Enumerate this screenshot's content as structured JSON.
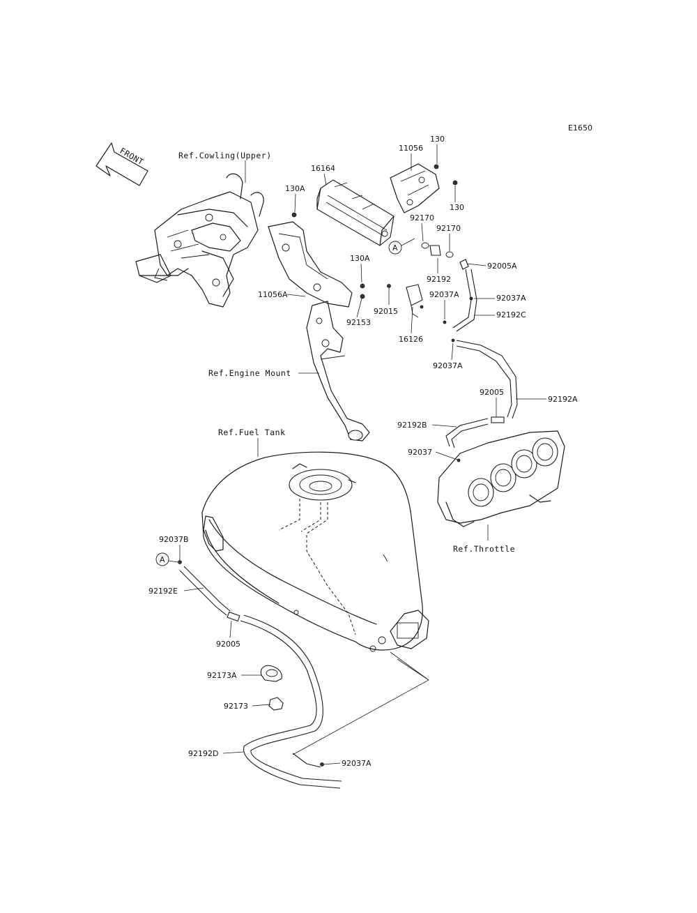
{
  "diagram_code": "E1650",
  "front_label": "FRONT",
  "ref_labels": {
    "cowling": "Ref.Cowling(Upper)",
    "engine_mount": "Ref.Engine Mount",
    "fuel_tank": "Ref.Fuel Tank",
    "throttle": "Ref.Throttle"
  },
  "connector_marker": "A",
  "parts": {
    "p11056": "11056",
    "p130_top": "130",
    "p130_right": "130",
    "p16164": "16164",
    "p130A_top": "130A",
    "p92170_a": "92170",
    "p92170_b": "92170",
    "p92005A": "92005A",
    "p92192": "92192",
    "p130A_mid": "130A",
    "p11056A": "11056A",
    "p92037A_mid": "92037A",
    "p92037A_right": "92037A",
    "p92192C": "92192C",
    "p92015": "92015",
    "p92153": "92153",
    "p16126": "16126",
    "p92037A_low": "92037A",
    "p92005_right": "92005",
    "p92192A": "92192A",
    "p92192B": "92192B",
    "p92037": "92037",
    "p92037B": "92037B",
    "p92192E": "92192E",
    "p92005_left": "92005",
    "p92173A": "92173A",
    "p92173": "92173",
    "p92192D": "92192D",
    "p92037A_bottom": "92037A"
  },
  "colors": {
    "ink": "#1a1a1a",
    "background": "#ffffff"
  }
}
